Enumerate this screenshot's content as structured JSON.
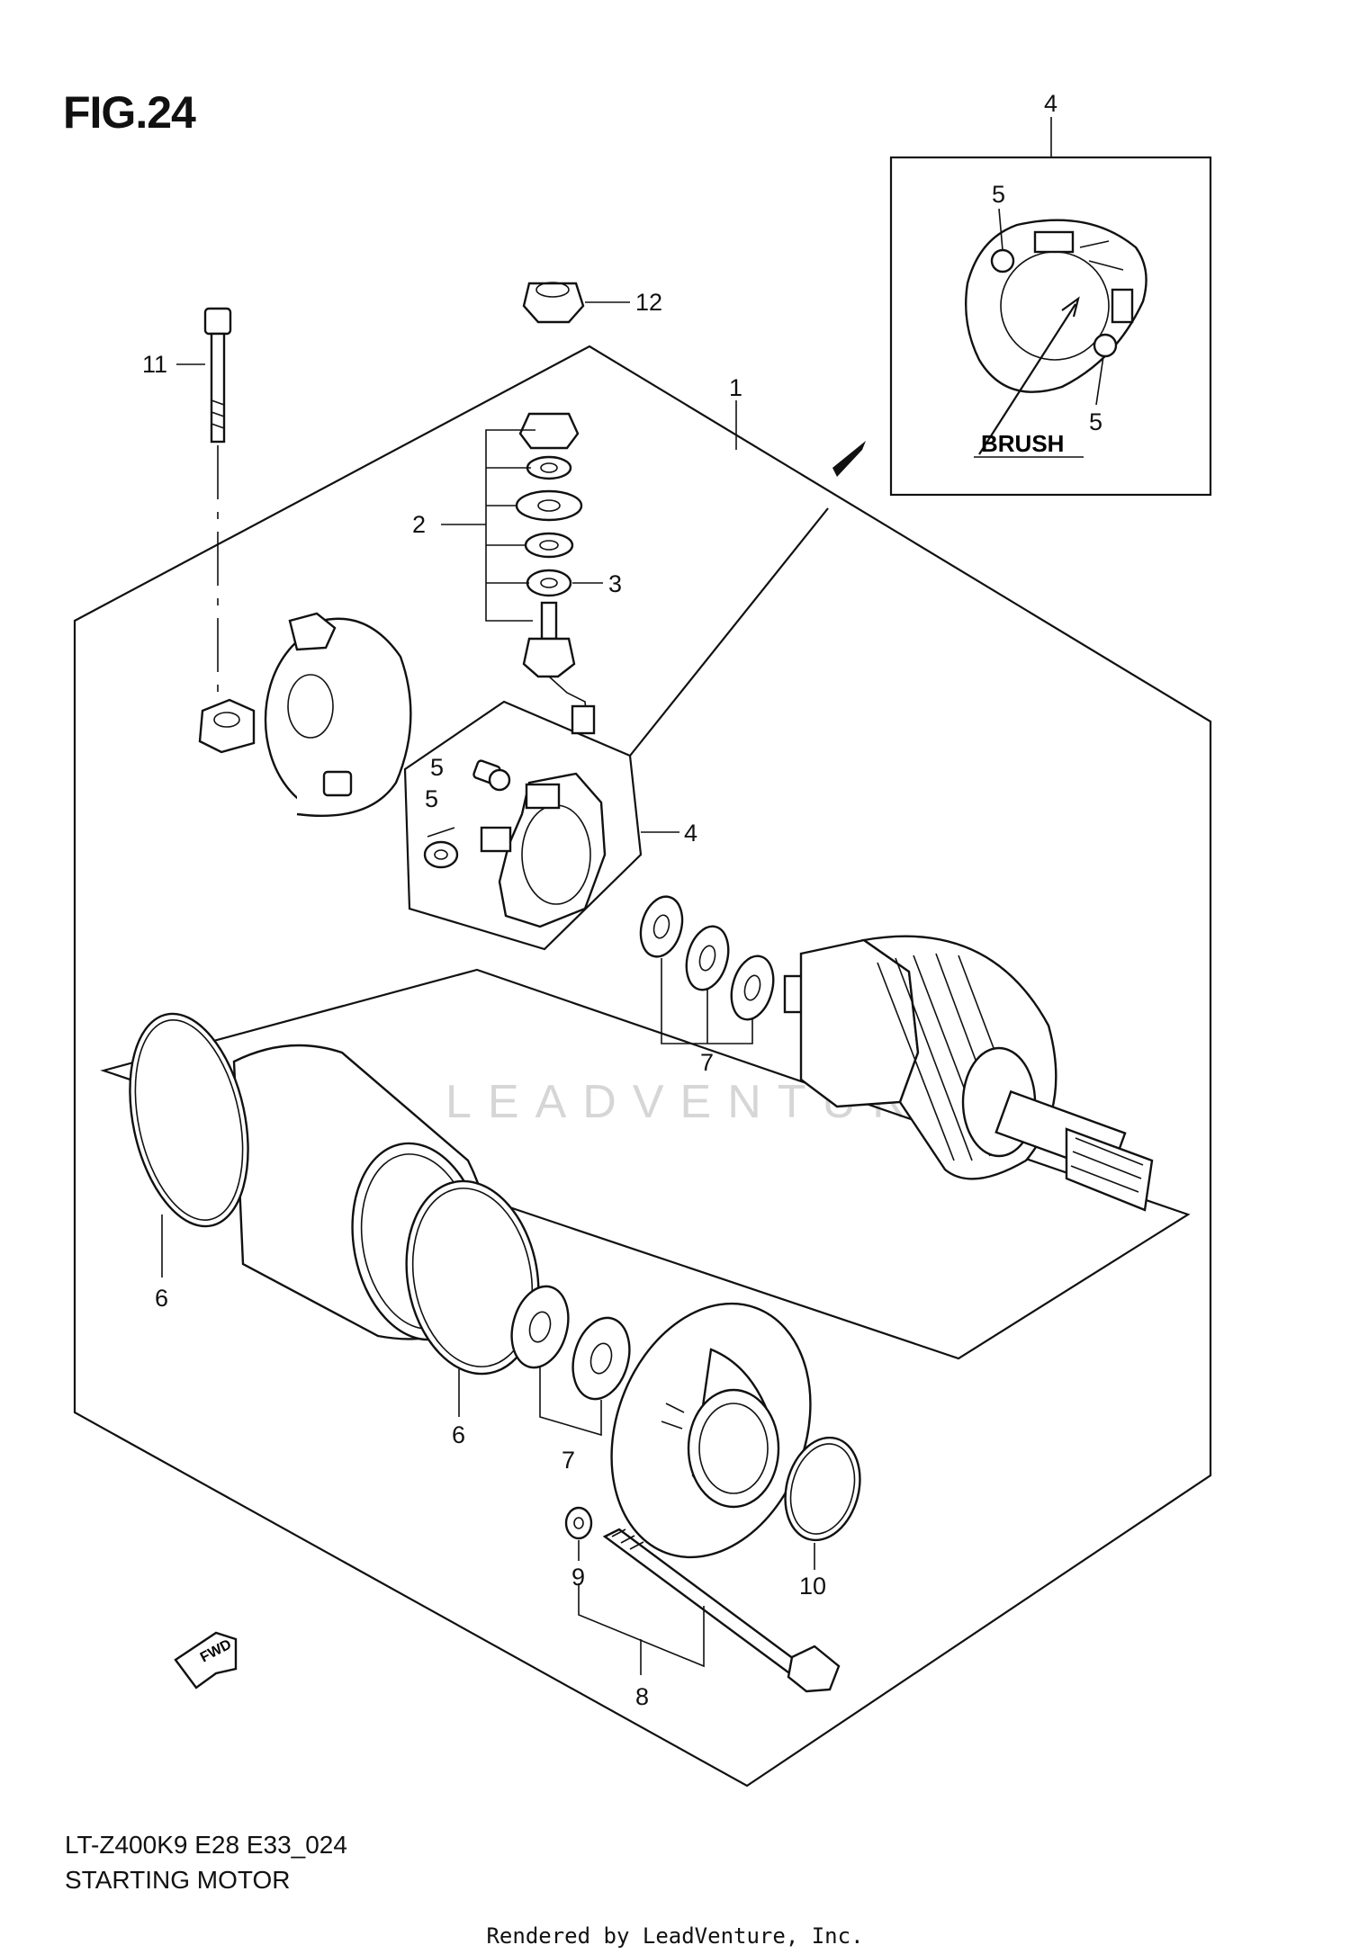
{
  "figure": {
    "title": "FIG.24",
    "model_code": "LT-Z400K9 E28 E33_024",
    "name": "STARTING MOTOR",
    "footer": "Rendered by LeadVenture, Inc.",
    "watermark": "LEADVENTURE",
    "inset_label": "BRUSH",
    "fwd_label": "FWD"
  },
  "callouts": {
    "c1": "1",
    "c2": "2",
    "c3": "3",
    "c4_inset": "4",
    "c4": "4",
    "c5_inset_top": "5",
    "c5_inset_bottom": "5",
    "c5_a": "5",
    "c5_b": "5",
    "c6_left": "6",
    "c6_center": "6",
    "c7_upper": "7",
    "c7_lower": "7",
    "c8": "8",
    "c9": "9",
    "c10": "10",
    "c11": "11",
    "c12": "12"
  },
  "colors": {
    "line": "#111111",
    "watermark": "#d6d6d6",
    "background": "#ffffff"
  }
}
